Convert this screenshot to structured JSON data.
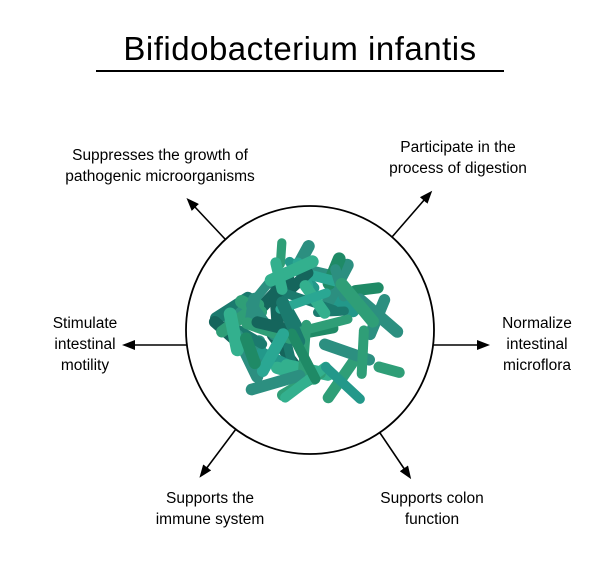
{
  "title": "Bifidobacterium infantis",
  "labels": {
    "top_left": "Suppresses the growth of\npathogenic microorganisms",
    "top_right": "Participate in the\nprocess of digestion",
    "left": "Stimulate\nintestinal\nmotility",
    "right": "Normalize\nintestinal\nmicroflora",
    "bottom_left": "Supports the\nimmune system",
    "bottom_right": "Supports colon\nfunction"
  },
  "diagram": {
    "circle_color": "#000000",
    "arrow_color": "#000000",
    "bacteria": {
      "count": 58,
      "seed": 7,
      "colors": [
        "#1b7a6e",
        "#23988a",
        "#2aa793",
        "#2f9e77",
        "#15655c",
        "#33b08e",
        "#1f8a66",
        "#2c8f80"
      ]
    }
  }
}
